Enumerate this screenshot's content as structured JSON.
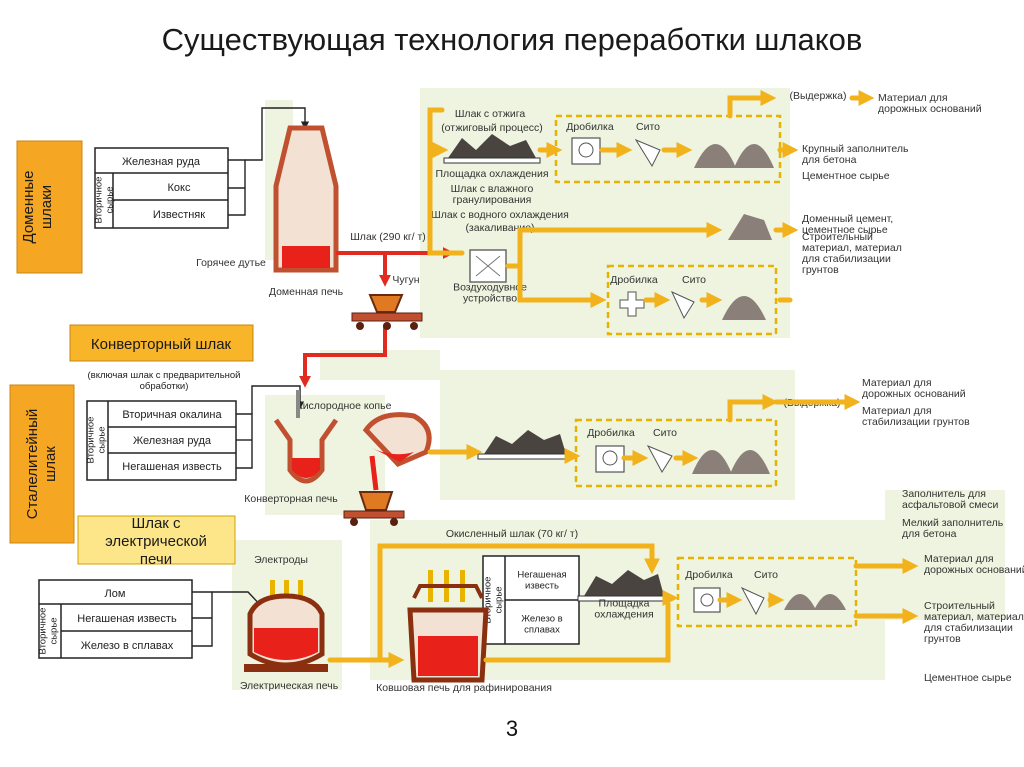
{
  "title": "Существующая технология переработки шлаков",
  "page_number": "3",
  "sections": {
    "blast": "Доменные шлаки",
    "steel": "Сталелитейный шлак",
    "converter": "Конверторный шлак",
    "electric": "Шлак с электрической печи"
  },
  "blast_inputs": {
    "header": "Железная руда",
    "side": "Вторичное сырье",
    "rows": [
      "Кокс",
      "Известняк"
    ]
  },
  "converter_inputs": {
    "note": "(включая шлак с предварительной обработки)",
    "side": "Вторичное сырье",
    "rows": [
      "Вторичная окалина",
      "Железная руда",
      "Негашеная известь"
    ]
  },
  "electric_inputs": {
    "header": "Лом",
    "side": "Вторичное сырье",
    "rows": [
      "Негашеная известь",
      "Железо в сплавах"
    ]
  },
  "ladle_inputs": {
    "side": "Вторичное сырье",
    "rows": [
      "Негашеная известь",
      "Железо в сплавах"
    ]
  },
  "labels": {
    "hot_blast": "Горячее дутье",
    "blast_furnace": "Доменная печь",
    "slag_290": "Шлак (290 кг/ т)",
    "pig_iron": "Чугун",
    "annealed_slag": "Шлак с отжига",
    "annealing_process": "(отжиговый процесс)",
    "crusher_1": "Дробилка",
    "sieve_1": "Сито",
    "cooling_area_1": "Площадка охлаждения",
    "wet_granulation": "Шлак с влажного гранулирования",
    "water_cooling": "Шлак с водного охлаждения",
    "quenching": "(закаливание)",
    "air_blower": "Воздуходувное устройство",
    "crusher_2": "Дробилка",
    "sieve_2": "Сито",
    "oxygen_lance": "Кислородное копье",
    "converter_furnace": "Конверторная печь",
    "crusher_3": "Дробилка",
    "sieve_3": "Сито",
    "aging_1": "(Выдержка)",
    "aging_2": "(Выдержка)",
    "electrodes": "Электроды",
    "electric_furnace": "Электрическая печь",
    "ladle_furnace": "Ковшовая печь для рафинирования",
    "oxidized_slag": "Окисленный шлак (70 кг/ т)",
    "cooling_area_2": "Площадка охлаждения",
    "crusher_4": "Дробилка",
    "sieve_4": "Сито"
  },
  "outputs": {
    "road_base_1": "Материал для дорожных оснований",
    "concrete_aggregate": "Крупный заполнитель для бетона",
    "cement_raw_1": "Цементное сырье",
    "blast_cement": "Доменный цемент, цементное сырье",
    "soil_stabilization_1": "Строительный материал, материал для стабилизации грунтов",
    "road_base_2": "Материал для дорожных оснований",
    "soil_stabilization_2": "Материал для стабилизации грунтов",
    "asphalt_filler": "Заполнитель для асфальтовой смеси",
    "fine_aggregate": "Мелкий заполнитель для бетона",
    "road_base_3": "Материал для дорожных оснований",
    "soil_stabilization_3": "Строительный материал, материал для стабилизации грунтов",
    "cement_raw_2": "Цементное сырье"
  },
  "colors": {
    "orange_box": "#f5a623",
    "yellow_box": "#fde68a",
    "arrow": "#f2b21c",
    "flow_bg": "#eef4df",
    "slag_red": "#e8211b",
    "furnace_brown": "#c0502f",
    "pile": "#8a8079",
    "dashed": "#e6b400"
  }
}
